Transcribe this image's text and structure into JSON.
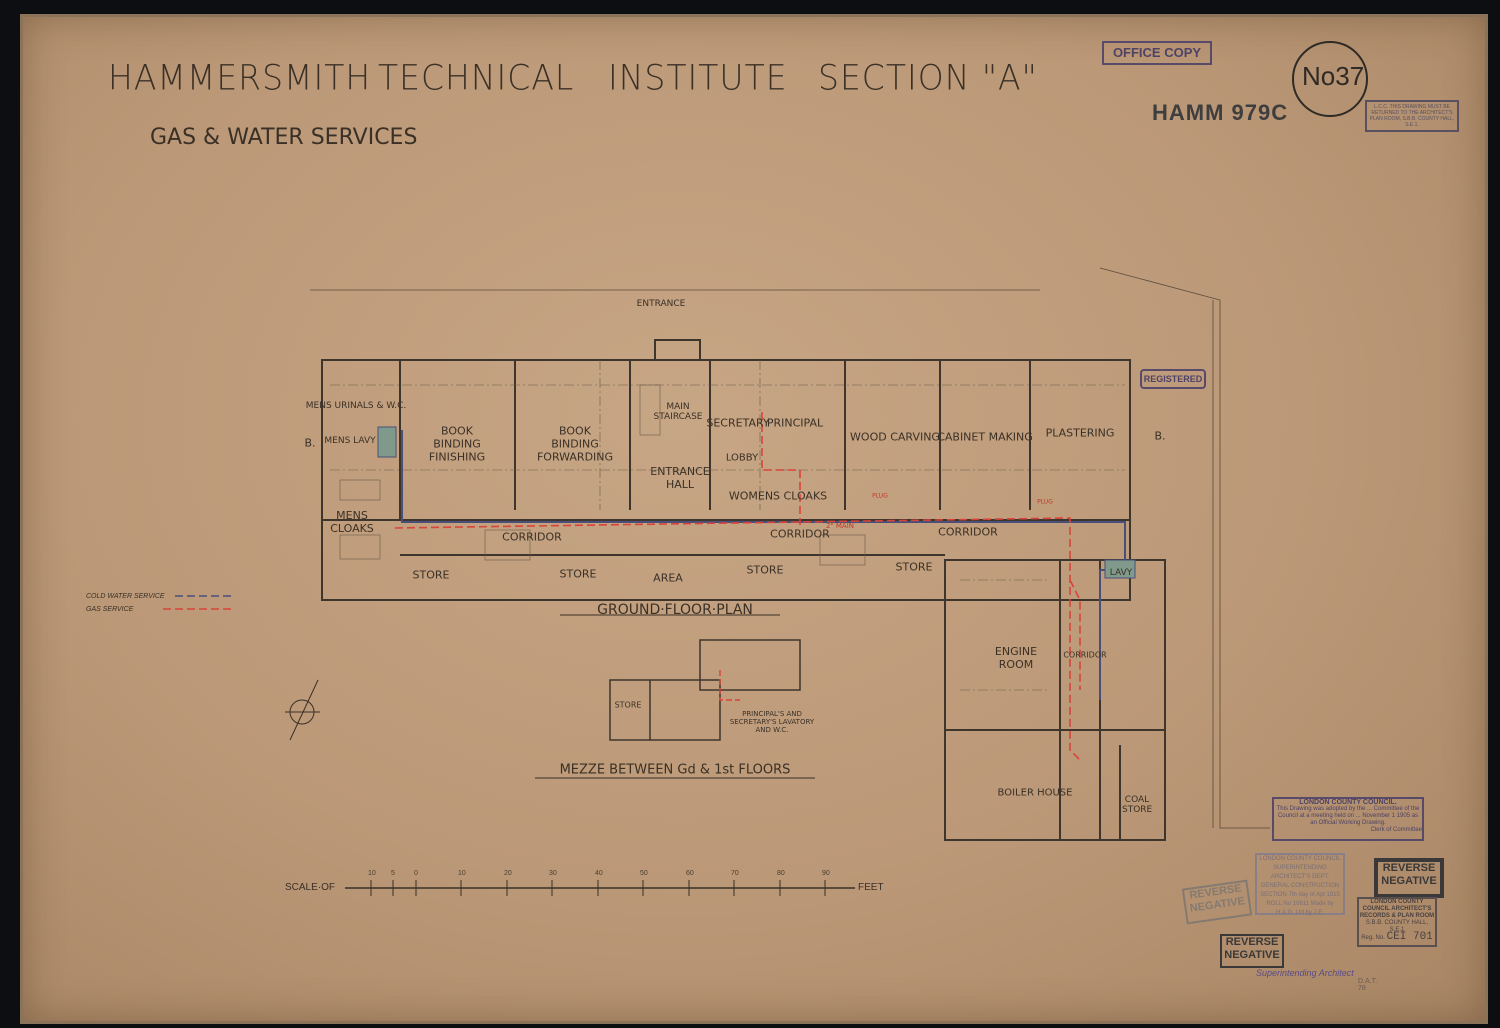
{
  "title": {
    "hammersmith": "HAMMERSMITH",
    "technical": "TECHNICAL",
    "institute": "INSTITUTE",
    "section": "SECTION \"A\""
  },
  "subtitle": "GAS & WATER SERVICES",
  "stamps": {
    "office_copy": "OFFICE COPY",
    "reference": "HAMM 979C",
    "number": "No37",
    "lcc_return": "L.C.C. THIS DRAWING MUST BE RETURNED TO THE ARCHITECT'S PLAN ROOM, S.B.B. COUNTY HALL, S.E.1.",
    "registered": "REGISTERED",
    "lcc_adopted_title": "LONDON COUNTY COUNCIL.",
    "lcc_adopted_body": "This Drawing was adopted by the ... Committee of the Council at a meeting held on ... November 1 1905 as an Official Working Drawing.",
    "lcc_adopted_sign": "Clerk of Committee",
    "supt_title": "LONDON COUNTY COUNCIL SUPERINTENDING ARCHITECT'S DEPT.",
    "supt_body": "GENERAL CONSTRUCTION SECTION  7th day of Apl 1915  ROLL No 10811  Made by H.A.G. Ltd by J.E.",
    "reverse_negative": "REVERSE NEGATIVE",
    "records_title": "LONDON COUNTY COUNCIL ARCHITECT'S RECORDS & PLAN ROOM",
    "records_address": "S.B.B. COUNTY HALL, S.E.1",
    "records_reg_label": "Reg. No.",
    "records_reg": "CEI 701",
    "superintending": "Superintending Architect",
    "initials": "D.A.T. 78"
  },
  "legend": {
    "items": [
      {
        "label": "COLD WATER SERVICE",
        "color": "#4a4f7a"
      },
      {
        "label": "GAS SERVICE",
        "color": "#d8443a"
      }
    ]
  },
  "plan": {
    "title": "GROUND·FLOOR·PLAN",
    "entrance": "ENTRANCE",
    "section_mark": "B.",
    "rooms": [
      "MENS URINALS & W.C.",
      "MENS LAVY",
      "MENS CLOAKS",
      "BOOK BINDING FINISHING",
      "BOOK BINDING FORWARDING",
      "MAIN STAIRCASE",
      "ENTRANCE HALL",
      "SECRETARY",
      "PRINCIPAL",
      "LOBBY",
      "WOMENS CLOAKS",
      "WOOD CARVING",
      "CABINET MAKING",
      "PLASTERING",
      "CORRIDOR",
      "CORRIDOR",
      "CORRIDOR",
      "STORE",
      "STORE",
      "STORE",
      "STORE",
      "AREA",
      "LAVY",
      "ENGINE ROOM",
      "CORRIDOR",
      "BOILER HOUSE",
      "COAL STORE"
    ],
    "gas_main_label": "2\" MAIN",
    "plug": "PLUG"
  },
  "mezzanine": {
    "title": "MEZZE BETWEEN Gd & 1st FLOORS",
    "note": "PRINCIPAL'S AND SECRETARY'S LAVATORY AND W.C.",
    "store": "STORE"
  },
  "scale": {
    "label": "SCALE·OF",
    "unit": "FEET",
    "ticks": [
      "10",
      "5",
      "0",
      "10",
      "20",
      "30",
      "40",
      "50",
      "60",
      "70",
      "80",
      "90"
    ]
  },
  "colors": {
    "paper": "#bb9877",
    "ink": "#3a3026",
    "gas": "#d8443a",
    "water": "#4a4f7a",
    "stamp": "#4e4266"
  }
}
